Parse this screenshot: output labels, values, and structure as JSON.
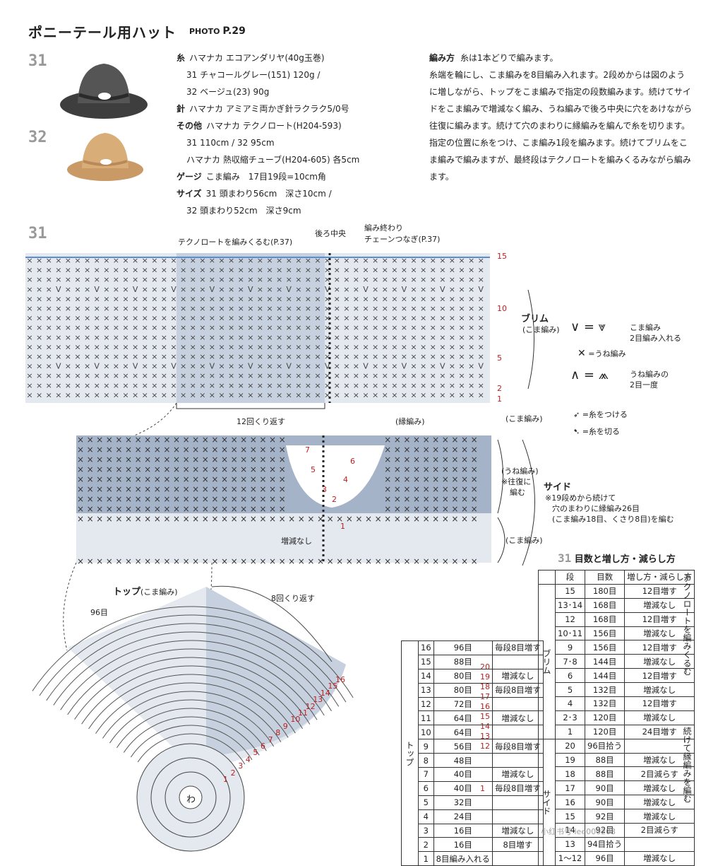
{
  "header": {
    "title": "ポニーテール用ハット",
    "photo_label": "PHOTO",
    "photo_page": "P.29"
  },
  "models": {
    "a": "31",
    "b": "32"
  },
  "materials": {
    "yarn_label": "糸",
    "yarn": "ハマナカ エコアンダリヤ(40g玉巻)",
    "yarn_31": "31 チャコールグレー(151) 120g /",
    "yarn_32": "32 ベージュ(23) 90g",
    "needle_label": "針",
    "needle": "ハマナカ アミアミ両かぎ針ラクラク5/0号",
    "other_label": "その他",
    "other": "ハマナカ テクノロート(H204-593)",
    "other_len": "31 110cm / 32 95cm",
    "tube": "ハマナカ 熱収縮チューブ(H204-605) 各5cm",
    "gauge_label": "ゲージ",
    "gauge": "こま編み　17目19段=10cm角",
    "size_label": "サイズ",
    "size_31": "31 頭まわり56cm　深さ10cm /",
    "size_32": "32 頭まわり52cm　深さ9cm"
  },
  "method": {
    "label": "編み方",
    "lead": "糸は1本どりで編みます。",
    "body": "糸端を輪にし、こま編みを8目編み入れます。2段めからは図のように増しながら、トップをこま編みで指定の段数編みます。続けてサイドをこま編みで増減なく編み、うね編みで後ろ中央に穴をあけながら往復に編みます。続けて穴のまわりに縁編みを編んで糸を切ります。指定の位置に糸をつけ、こま編み1段を編みます。続けてブリムをこま編みで編みますが、最終段はテクノロートを編みくるみながら編みます。"
  },
  "diagram": {
    "model": "31",
    "brim_top_note": "テクノロートを編みくるむ(P.37)",
    "back_center": "後ろ中央",
    "end_note1": "編み終わり",
    "end_note2": "チェーンつなぎ(P.37)",
    "brim_label": "ブリム",
    "brim_sub": "(こま編み)",
    "repeat12": "12回くり返す",
    "edge": "(縁編み)",
    "side_sc": "(こま編み)",
    "side_rib": "(うね編み)",
    "side_rib2": "※往復に",
    "side_rib3": "編む",
    "side_label": "サイド",
    "side_note1": "※19段めから続けて",
    "side_note2": "穴のまわりに縁編み26目",
    "side_note3": "(こま編み18目、くさり8目)を編む",
    "no_change": "増減なし",
    "top_label": "トップ",
    "top_sub": "(こま編み)",
    "top_96": "96目",
    "repeat8": "8回くり返す",
    "ring": "わ",
    "brim_rows": [
      "15",
      "10",
      "5",
      "2",
      "1"
    ],
    "side_rows": [
      "20",
      "19",
      "18",
      "17",
      "16",
      "15",
      "14",
      "13",
      "12",
      "1"
    ],
    "hole_rows": [
      "7",
      "6",
      "5",
      "4",
      "3",
      "2",
      "1"
    ],
    "top_rows": [
      "1",
      "2",
      "3",
      "4",
      "5",
      "6",
      "7",
      "8",
      "9",
      "10",
      "11",
      "12",
      "13",
      "14",
      "15",
      "16"
    ]
  },
  "legend": {
    "inc": "こま編み",
    "inc2": "2目編み入れる",
    "rib": "=うね編み",
    "dec": "うね編みの",
    "dec2": "2目一度",
    "attach": "=糸をつける",
    "cut": "=糸を切る"
  },
  "count_table": {
    "title": "目数と増し方・減らし方",
    "headers": [
      "段",
      "目数",
      "増し方・減らし方"
    ],
    "brim_group": "ブリム",
    "side_group": "サイド",
    "note_a": "テクノロートを編みくるむ",
    "note_b": "続けて縁編みを編む",
    "brim": [
      [
        "15",
        "180目",
        "12目増す"
      ],
      [
        "13･14",
        "168目",
        "増減なし"
      ],
      [
        "12",
        "168目",
        "12目増す"
      ],
      [
        "10･11",
        "156目",
        "増減なし"
      ],
      [
        "9",
        "156目",
        "12目増す"
      ],
      [
        "7･8",
        "144目",
        "増減なし"
      ],
      [
        "6",
        "144目",
        "12目増す"
      ],
      [
        "5",
        "132目",
        "増減なし"
      ],
      [
        "4",
        "132目",
        "12目増す"
      ],
      [
        "2･3",
        "120目",
        "増減なし"
      ],
      [
        "1",
        "120目",
        "24目増す"
      ]
    ],
    "side": [
      [
        "20",
        "96目拾う",
        ""
      ],
      [
        "19",
        "88目",
        "増減なし"
      ],
      [
        "18",
        "88目",
        "2目減らす"
      ],
      [
        "17",
        "90目",
        "増減なし"
      ],
      [
        "16",
        "90目",
        "増減なし"
      ],
      [
        "15",
        "92目",
        "増減なし"
      ],
      [
        "14",
        "92目",
        "2目減らす"
      ],
      [
        "13",
        "94目拾う",
        ""
      ],
      [
        "1〜12",
        "96目",
        "増減なし"
      ]
    ]
  },
  "top_table": {
    "group": "トップ",
    "rows": [
      [
        "16",
        "96目",
        "毎段8目増す"
      ],
      [
        "15",
        "88目",
        ""
      ],
      [
        "14",
        "80目",
        "増減なし"
      ],
      [
        "13",
        "80目",
        "毎段8目増す"
      ],
      [
        "12",
        "72目",
        ""
      ],
      [
        "11",
        "64目",
        "増減なし"
      ],
      [
        "10",
        "64目",
        ""
      ],
      [
        "9",
        "56目",
        "毎段8目増す"
      ],
      [
        "8",
        "48目",
        ""
      ],
      [
        "7",
        "40目",
        "増減なし"
      ],
      [
        "6",
        "40目",
        "毎段8目増す"
      ],
      [
        "5",
        "32目",
        ""
      ],
      [
        "4",
        "24目",
        ""
      ],
      [
        "3",
        "16目",
        "増減なし"
      ],
      [
        "2",
        "16目",
        "8目増す"
      ],
      [
        "1",
        "8目編み入れる",
        ""
      ]
    ]
  },
  "watermark": "小红书号 lee000203"
}
